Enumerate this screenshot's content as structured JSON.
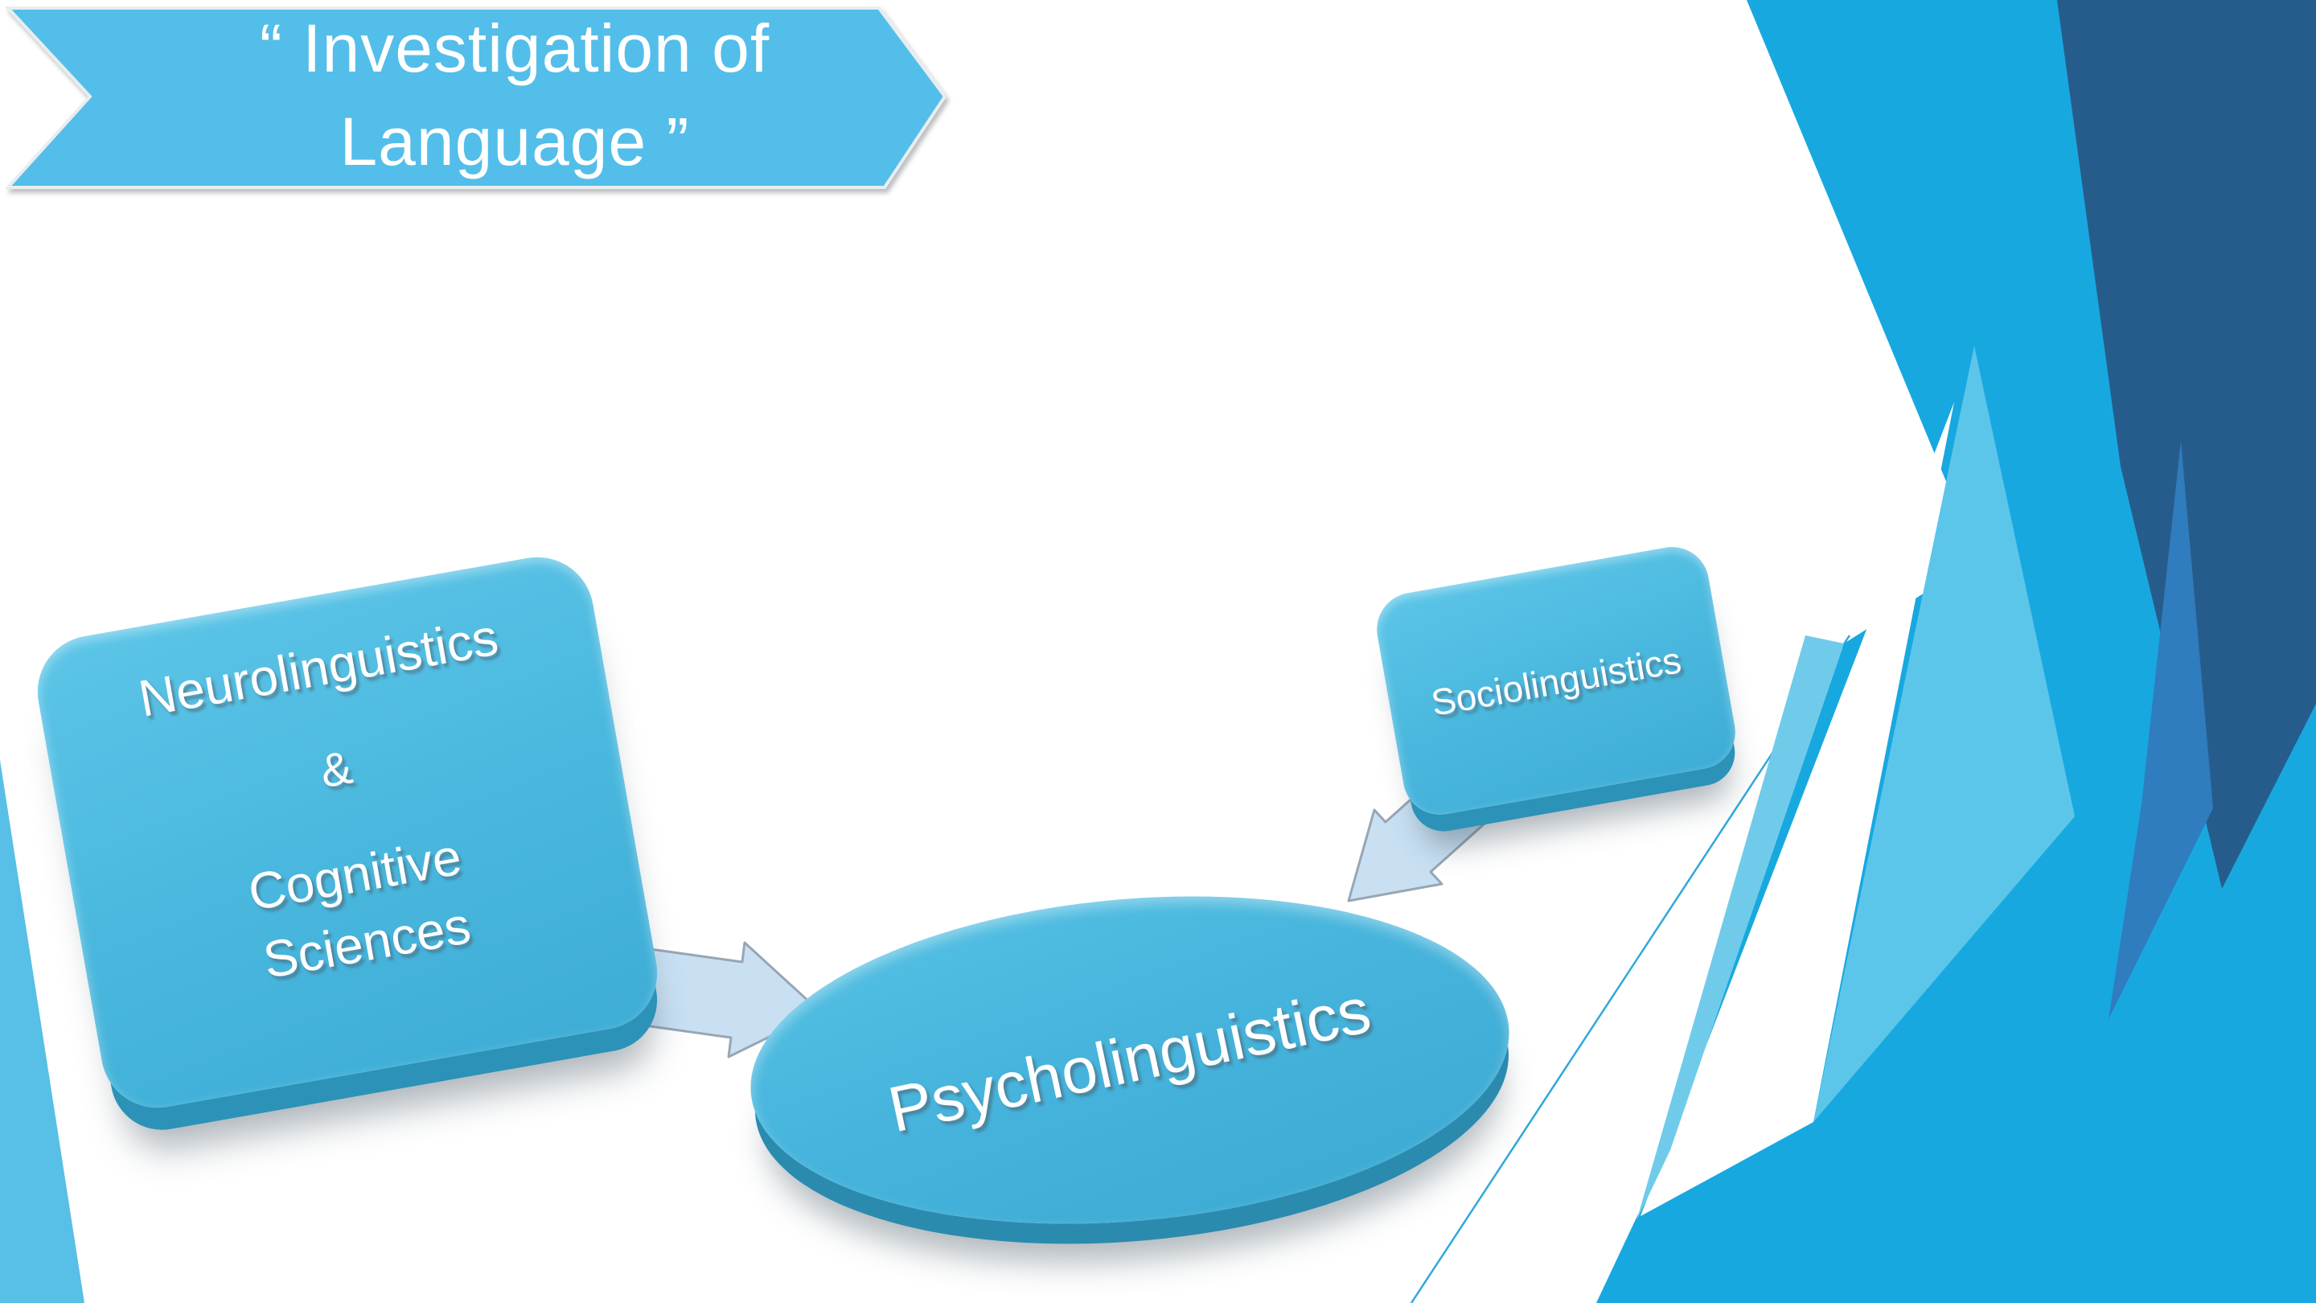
{
  "slide": {
    "title": {
      "line1": "“ Investigation of",
      "line2": "Language ”"
    },
    "nodes": {
      "left": {
        "lines": [
          "Neurolinguistics",
          "&",
          "Cognitive",
          "Sciences"
        ]
      },
      "right": {
        "label": "Sociolinguistics"
      },
      "center": {
        "label": "Psycholinguistics"
      }
    },
    "colors": {
      "banner_fill": "#53BEE9",
      "banner_outline": "#E9EDEF",
      "node_fill": "#4AB8DE",
      "node_rim": "#2C92B7",
      "ellipse_rim": "#2A8BAF",
      "arrow_fill": "#C9E0F3",
      "arrow_outline": "#97A6B4",
      "facet_bright_blue": "#18A8E0",
      "facet_navy": "#265C8C",
      "facet_medium_blue": "#2F7CBE",
      "facet_light_blue": "#5CC6EA",
      "facet_sliver_blue": "#70CBEA",
      "left_wedge_blue": "#58BFE6",
      "hairline_blue": "#2FA8DC",
      "label_text": "#FFFFFF"
    }
  }
}
